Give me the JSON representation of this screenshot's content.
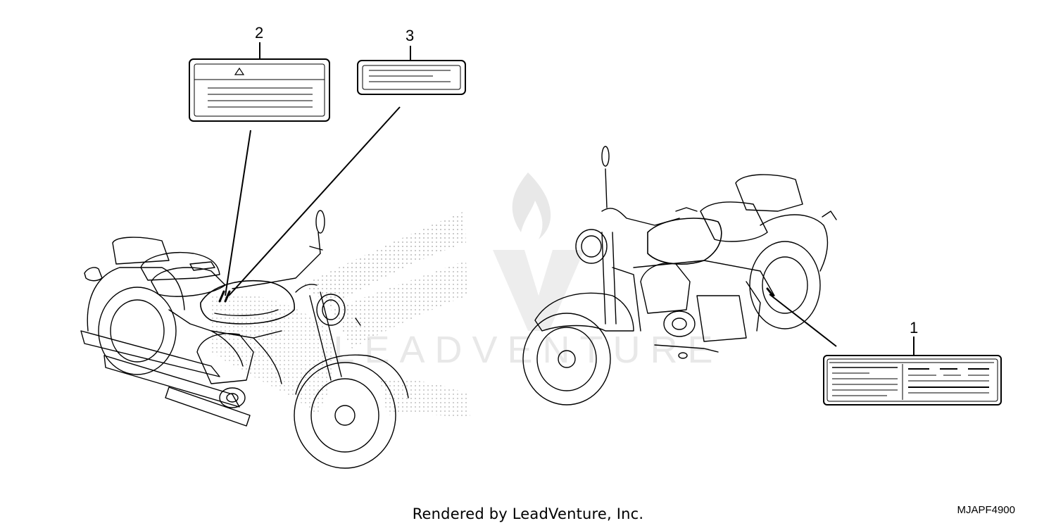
{
  "callouts": [
    {
      "id": "1",
      "label": "1"
    },
    {
      "id": "2",
      "label": "2"
    },
    {
      "id": "3",
      "label": "3"
    }
  ],
  "footer": {
    "credit": "Rendered by LeadVenture, Inc.",
    "code": "MJAPF4900"
  },
  "watermark": {
    "text": "LEADVENTURE"
  },
  "colors": {
    "line": "#000000",
    "dots": "#9a9a9a",
    "watermark": "#e6e6e6"
  }
}
